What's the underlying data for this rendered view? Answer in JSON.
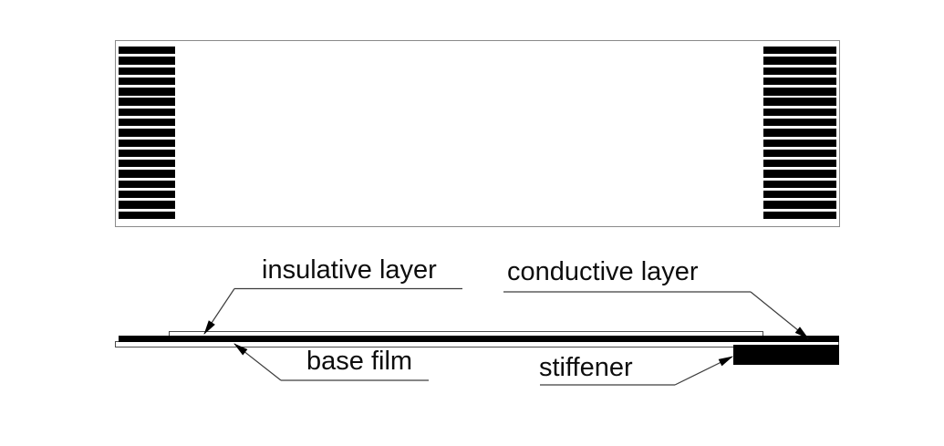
{
  "diagram": {
    "type": "flexible-flat-cable-structure",
    "labels": {
      "insulative_layer": "insulative layer",
      "conductive_layer": "conductive layer",
      "base_film": "base film",
      "stiffener": "stiffener"
    },
    "top_view": {
      "left_finger_count": 17,
      "right_finger_count": 17
    },
    "colors": {
      "ink": "#000000",
      "leader_line": "#3d3d3d",
      "outline": "#8a8a8a",
      "background": "#ffffff"
    }
  }
}
